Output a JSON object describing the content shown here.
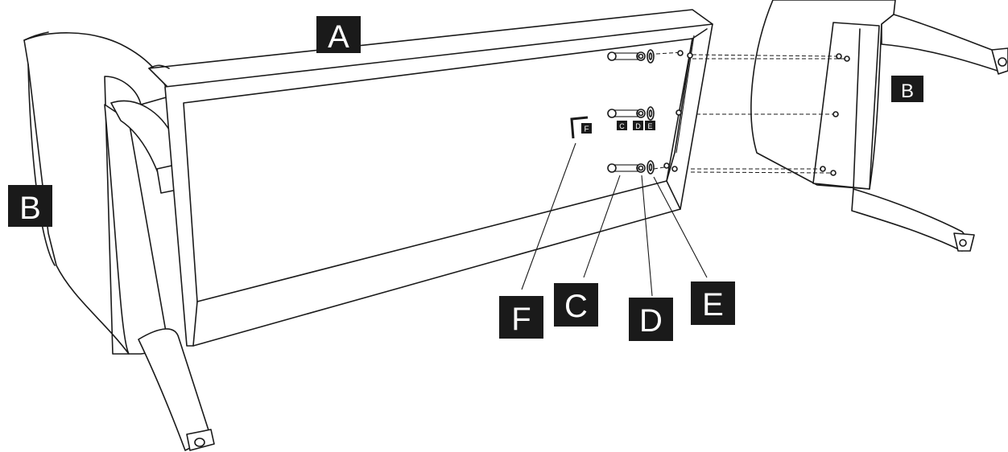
{
  "labels": {
    "A": "A",
    "B": "B",
    "C": "C",
    "D": "D",
    "E": "E",
    "F": "F"
  },
  "colors": {
    "ink": "#1a1a1a",
    "paper": "#ffffff"
  }
}
